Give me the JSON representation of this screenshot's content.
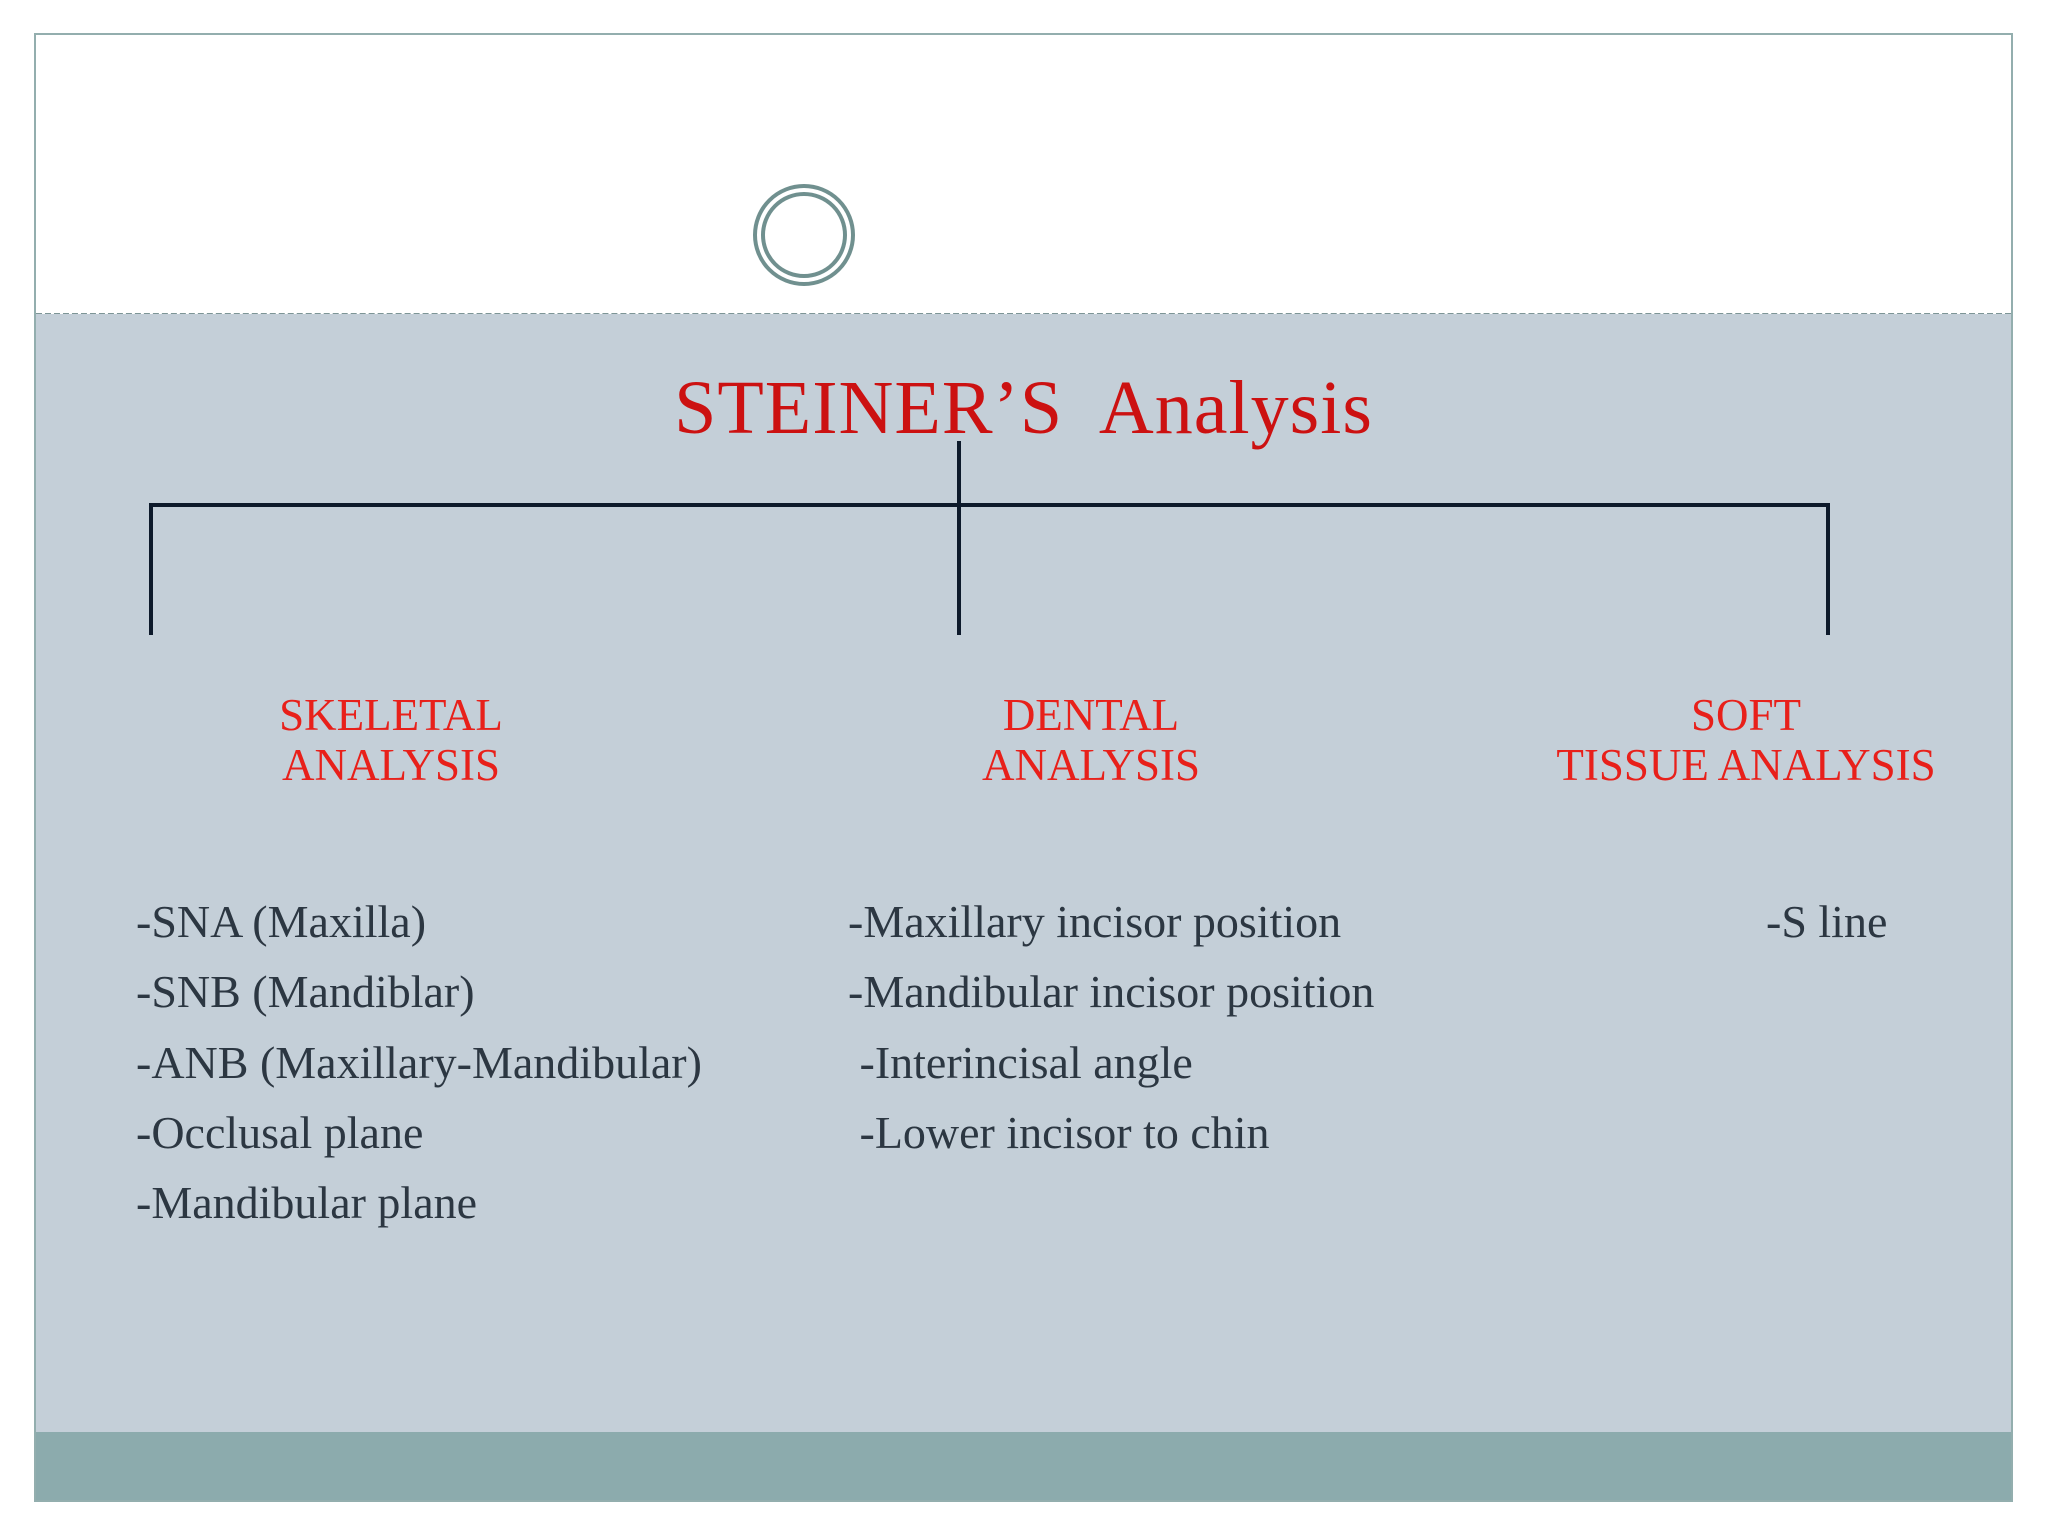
{
  "slide": {
    "title": "STEINER’S  Analysis",
    "decor": {
      "ring_icon": "double-circle-ornament",
      "dashed_rule": "dashed-divider"
    },
    "colors": {
      "title_red": "#cc1111",
      "heading_red": "#e8201a",
      "body_text": "#2c3742",
      "band_gray": "#c4cfd8",
      "footer_teal": "#8cabad",
      "frame_border": "#93aeae",
      "connector_line": "#0d1a2b",
      "ring_stroke": "#70908f"
    },
    "columns": [
      {
        "id": "skeletal",
        "heading": "SKELETAL\n ANALYSIS",
        "items": [
          "-SNA (Maxilla)",
          "-SNB (Mandiblar)",
          "-ANB (Maxillary-Mandibular)",
          "-Occlusal plane",
          "-Mandibular plane"
        ]
      },
      {
        "id": "dental",
        "heading": "DENTAL\n ANALYSIS",
        "items": [
          "-Maxillary incisor position",
          "-Mandibular incisor position",
          " -Interincisal angle",
          " -Lower incisor to chin"
        ]
      },
      {
        "id": "soft-tissue",
        "heading": "SOFT\nTISSUE ANALYSIS",
        "items": [
          "-S line"
        ]
      }
    ]
  }
}
